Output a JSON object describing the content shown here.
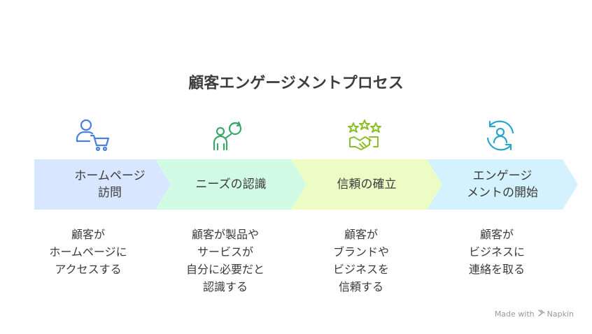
{
  "title": "顧客エンゲージメントプロセス",
  "steps": [
    {
      "label": "ホームページ\n訪問",
      "description": "顧客が\nホームページに\nアクセスする",
      "icon": "user-cart-icon",
      "color": "#d9e6ff",
      "icon_color": "#4a7fe0"
    },
    {
      "label": "ニーズの認識",
      "description": "顧客が製品や\nサービスが\n自分に必要だと\n認識する",
      "icon": "person-idea-icon",
      "color": "#d2fbe6",
      "icon_color": "#3aa86a"
    },
    {
      "label": "信頼の確立",
      "description": "顧客が\nブランドや\nビジネスを\n信頼する",
      "icon": "stars-handshake-icon",
      "color": "#ecfcc4",
      "icon_color": "#8bbf2a"
    },
    {
      "label": "エンゲージ\nメントの開始",
      "description": "顧客が\nビジネスに\n連絡を取る",
      "icon": "user-refresh-icon",
      "color": "#d4f2fd",
      "icon_color": "#2aa6cc"
    }
  ],
  "footer": {
    "made_with": "Made with",
    "brand": "Napkin"
  }
}
